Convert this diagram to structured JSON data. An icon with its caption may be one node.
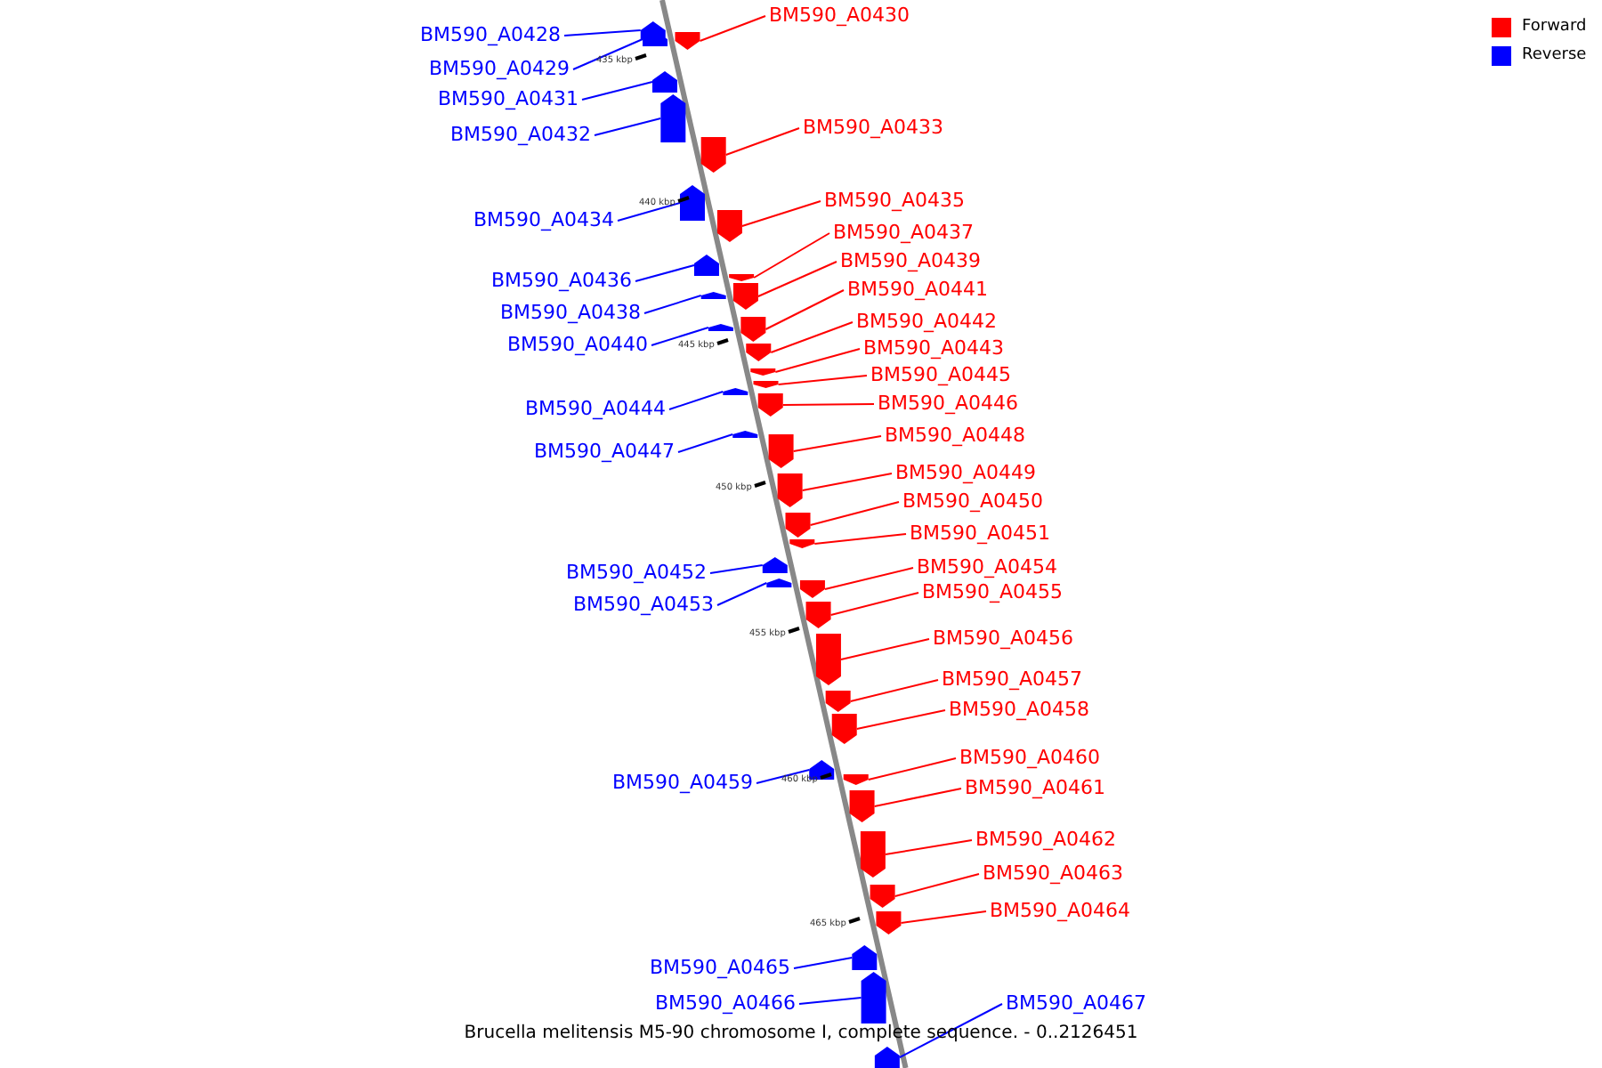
{
  "diagram": {
    "caption": "Brucella melitensis M5-90 chromosome I, complete sequence. - 0..2126451",
    "nodes": [
      {
        "text": [
          "BM590_A0430"
        ]
      },
      {
        "text": [],
        "shape": "bar"
      },
      {
        "text": [
          "BM590_A0428"
        ]
      },
      {
        "text": [],
        "shape": "bar"
      },
      {
        "text": [
          "BM590_A0429"
        ]
      },
      {
        "text": [],
        "shape": "bar"
      },
      {
        "text": [
          "BM590_A0431"
        ]
      },
      {
        "text": [],
        "shape": "bar"
      },
      {
        "text": [
          "BM590_A0433"
        ]
      },
      {
        "text": [],
        "shape": "bar"
      },
      {
        "text": [
          "BM590_A0432"
        ]
      },
      {
        "text": [],
        "shape": "bar"
      },
      {
        "text": [
          "BM590_A0435"
        ]
      },
      {
        "text": [],
        "shape": "bar"
      },
      {
        "text": [
          "BM590_A0434"
        ]
      },
      {
        "text": [],
        "shape": "bar"
      },
      {
        "text": [
          "BM590_A0437"
        ]
      },
      {
        "text": [],
        "shape": "bar"
      },
      {
        "text": [
          "BM590_A0439"
        ]
      },
      {
        "text": [],
        "shape": "bar"
      },
      {
        "text": [
          "BM590_A0436"
        ]
      },
      {
        "text": [],
        "shape": "bar"
      },
      {
        "text": [
          "BM590_A0441"
        ]
      },
      {
        "text": [],
        "shape": "bar"
      },
      {
        "text": [
          "BM590_A0438"
        ]
      },
      {
        "text": [],
        "shape": "bar"
      },
      {
        "text": [
          "BM590_A0442"
        ]
      },
      {
        "text": [],
        "shape": "bar"
      },
      {
        "text": [
          "BM590_A0440"
        ]
      },
      {
        "text": [],
        "shape": "bar"
      },
      {
        "text": [
          "BM590_A0443"
        ]
      },
      {
        "text": [],
        "shape": "bar"
      },
      {
        "text": [
          "BM590_A0445"
        ]
      },
      {
        "text": [],
        "shape": "bar"
      },
      {
        "text": [
          "BM590_A0446"
        ]
      },
      {
        "text": [],
        "shape": "bar"
      },
      {
        "text": [
          "BM590_A0444"
        ]
      },
      {
        "text": [],
        "shape": "bar"
      },
      {
        "text": [
          "BM590_A0448"
        ]
      },
      {
        "text": [],
        "shape": "bar"
      },
      {
        "text": [
          "BM590_A0447"
        ]
      },
      {
        "text": [],
        "shape": "bar"
      },
      {
        "text": [
          "BM590_A0449"
        ]
      },
      {
        "text": [],
        "shape": "bar"
      },
      {
        "text": [
          "BM590_A0450"
        ]
      },
      {
        "text": [],
        "shape": "bar"
      },
      {
        "text": [
          "BM590_A0451"
        ]
      },
      {
        "text": [],
        "shape": "bar"
      },
      {
        "text": [
          "BM590_A0454"
        ]
      },
      {
        "text": [],
        "shape": "bar"
      },
      {
        "text": [
          "BM590_A0452"
        ]
      },
      {
        "text": [],
        "shape": "bar"
      },
      {
        "text": [
          "BM590_A0455"
        ]
      },
      {
        "text": [],
        "shape": "bar"
      },
      {
        "text": [
          "BM590_A0453"
        ]
      },
      {
        "text": [],
        "shape": "bar"
      },
      {
        "text": [
          "BM590_A0456"
        ]
      },
      {
        "text": [],
        "shape": "bar"
      },
      {
        "text": [
          "BM590_A0457"
        ]
      },
      {
        "text": [],
        "shape": "bar"
      },
      {
        "text": [
          "BM590_A0458"
        ]
      },
      {
        "text": [],
        "shape": "bar"
      },
      {
        "text": [
          "BM590_A0460"
        ]
      },
      {
        "text": [],
        "shape": "bar"
      },
      {
        "text": [
          "BM590_A0459"
        ]
      },
      {
        "text": [],
        "shape": "bar"
      },
      {
        "text": [
          "BM590_A0461"
        ]
      },
      {
        "text": [],
        "shape": "bar"
      },
      {
        "text": [
          "BM590_A0462"
        ]
      },
      {
        "text": [],
        "shape": "bar"
      },
      {
        "text": [
          "BM590_A0463"
        ]
      },
      {
        "text": [],
        "shape": "bar"
      },
      {
        "text": [
          "BM590_A0464"
        ]
      },
      {
        "text": [],
        "shape": "bar"
      },
      {
        "text": [
          "BM590_A0465"
        ]
      },
      {
        "text": [],
        "shape": "bar"
      },
      {
        "text": [
          "BM590_A0466"
        ]
      },
      {
        "text": [],
        "shape": "bar"
      },
      {
        "text": [
          "BM590_A0467"
        ]
      },
      {
        "text": [],
        "shape": "bar"
      }
    ],
    "edges": [
      {
        "from": 0,
        "to": 1,
        "arrow": "none"
      },
      {
        "from": 2,
        "to": 3,
        "arrow": "none",
        "color": "#0000ff"
      },
      {
        "from": 4,
        "to": 5,
        "arrow": "none",
        "color": "#0000ff"
      },
      {
        "from": 6,
        "to": 7,
        "arrow": "none",
        "color": "#0000ff"
      },
      {
        "from": 8,
        "to": 9,
        "arrow": "none"
      },
      {
        "from": 10,
        "to": 11,
        "arrow": "none",
        "color": "#0000ff"
      },
      {
        "from": 12,
        "to": 13,
        "arrow": "none"
      },
      {
        "from": 14,
        "to": 15,
        "arrow": "none",
        "color": "#0000ff"
      },
      {
        "from": 16,
        "to": 17,
        "arrow": "none"
      },
      {
        "from": 18,
        "to": 19,
        "arrow": "none"
      },
      {
        "from": 20,
        "to": 21,
        "arrow": "none",
        "color": "#0000ff"
      },
      {
        "from": 22,
        "to": 23,
        "arrow": "none"
      },
      {
        "from": 24,
        "to": 25,
        "arrow": "none",
        "color": "#0000ff"
      },
      {
        "from": 26,
        "to": 27,
        "arrow": "none"
      },
      {
        "from": 28,
        "to": 29,
        "arrow": "none",
        "color": "#0000ff"
      },
      {
        "from": 30,
        "to": 31,
        "arrow": "none"
      },
      {
        "from": 32,
        "to": 33,
        "arrow": "none"
      },
      {
        "from": 34,
        "to": 35,
        "arrow": "none"
      },
      {
        "from": 36,
        "to": 37,
        "arrow": "none",
        "color": "#0000ff"
      },
      {
        "from": 38,
        "to": 39,
        "arrow": "none"
      },
      {
        "from": 40,
        "to": 41,
        "arrow": "none",
        "color": "#0000ff"
      },
      {
        "from": 42,
        "to": 43,
        "arrow": "none"
      },
      {
        "from": 44,
        "to": 45,
        "arrow": "none"
      },
      {
        "from": 46,
        "to": 47,
        "arrow": "none"
      },
      {
        "from": 48,
        "to": 49,
        "arrow": "none"
      },
      {
        "from": 50,
        "to": 51,
        "arrow": "none",
        "color": "#0000ff"
      },
      {
        "from": 52,
        "to": 53,
        "arrow": "none"
      },
      {
        "from": 54,
        "to": 55,
        "arrow": "none",
        "color": "#0000ff"
      },
      {
        "from": 56,
        "to": 57,
        "arrow": "none"
      },
      {
        "from": 58,
        "to": 59,
        "arrow": "none"
      },
      {
        "from": 60,
        "to": 61,
        "arrow": "none"
      },
      {
        "from": 62,
        "to": 63,
        "arrow": "none"
      },
      {
        "from": 64,
        "to": 65,
        "arrow": "none",
        "color": "#0000ff"
      },
      {
        "from": 66,
        "to": 67,
        "arrow": "none"
      },
      {
        "from": 68,
        "to": 69,
        "arrow": "none"
      },
      {
        "from": 70,
        "to": 71,
        "arrow": "none"
      },
      {
        "from": 72,
        "to": 73,
        "arrow": "none"
      },
      {
        "from": 74,
        "to": 75,
        "arrow": "none",
        "color": "#0000ff"
      },
      {
        "from": 76,
        "to": 77,
        "arrow": "none",
        "color": "#0000ff"
      },
      {
        "from": 78,
        "to": 79,
        "arrow": "none",
        "color": "#0000ff"
      }
    ],
    "labels": [
      "435 kbp",
      "440 kbp",
      "445 kbp",
      "450 kbp",
      "455 kbp",
      "460 kbp",
      "465 kbp"
    ],
    "legend": [
      {
        "text": "Forward",
        "color": "#ff0000"
      },
      {
        "text": "Reverse",
        "color": "#0000ff"
      }
    ]
  }
}
